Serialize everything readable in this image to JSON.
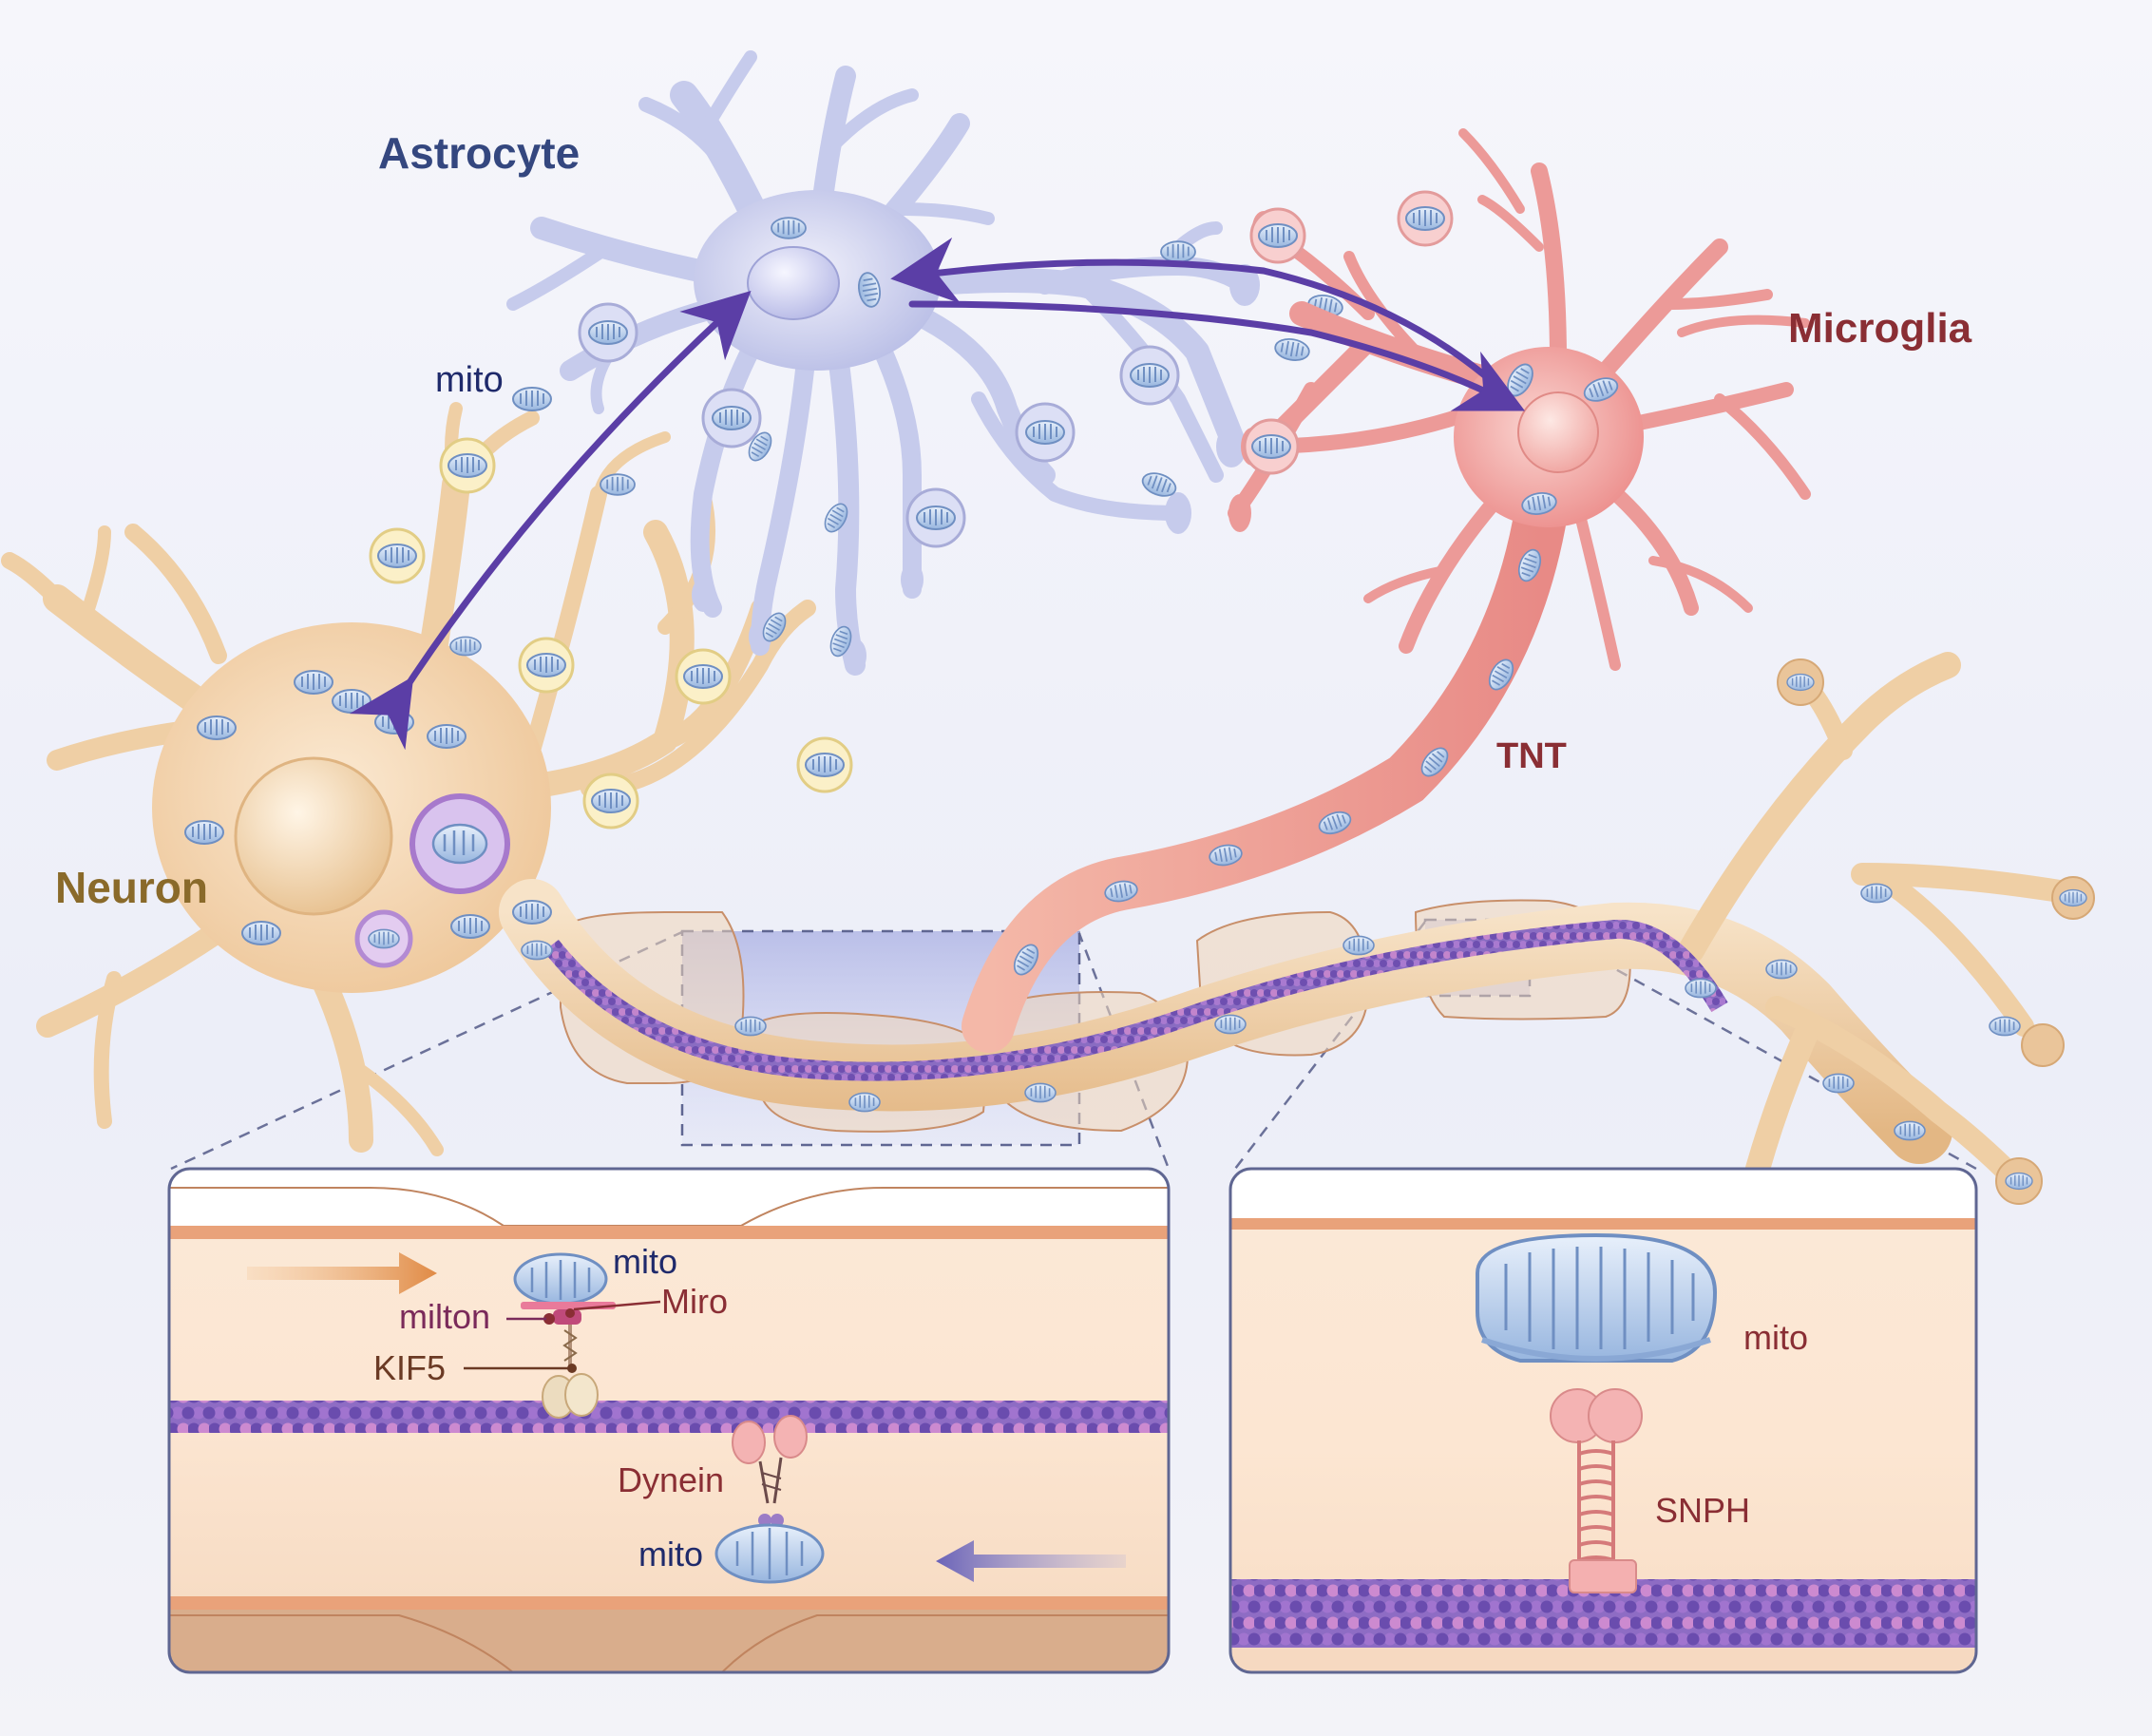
{
  "labels": {
    "astrocyte": "Astrocyte",
    "microglia": "Microglia",
    "neuron": "Neuron",
    "tnt": "TNT",
    "mito_top": "mito"
  },
  "inset_left": {
    "mito_top": "mito",
    "milton": "milton",
    "miro": "Miro",
    "kif5": "KIF5",
    "dynein": "Dynein",
    "mito_bottom": "mito"
  },
  "inset_right": {
    "mito": "mito",
    "snph": "SNPH"
  },
  "colors": {
    "astrocyte_label": "#34477f",
    "microglia_label": "#8a2e34",
    "neuron_label": "#8a6a2a",
    "tnt_label": "#8a2e34",
    "mito_label": "#1f2a6b",
    "milton_label": "#7a2a5a",
    "miro_label": "#8a2e34",
    "kif5_label": "#6b3a24",
    "dynein_label": "#8a2e34",
    "snph_label": "#8a2e34",
    "neuron_fill": "#f2d4ad",
    "astrocyte_fill": "#c9cdec",
    "microglia_fill": "#ef9c9c",
    "arrow": "#5b3ea6",
    "microtubule_a": "#7b5bb7",
    "microtubule_b": "#c077c6"
  }
}
